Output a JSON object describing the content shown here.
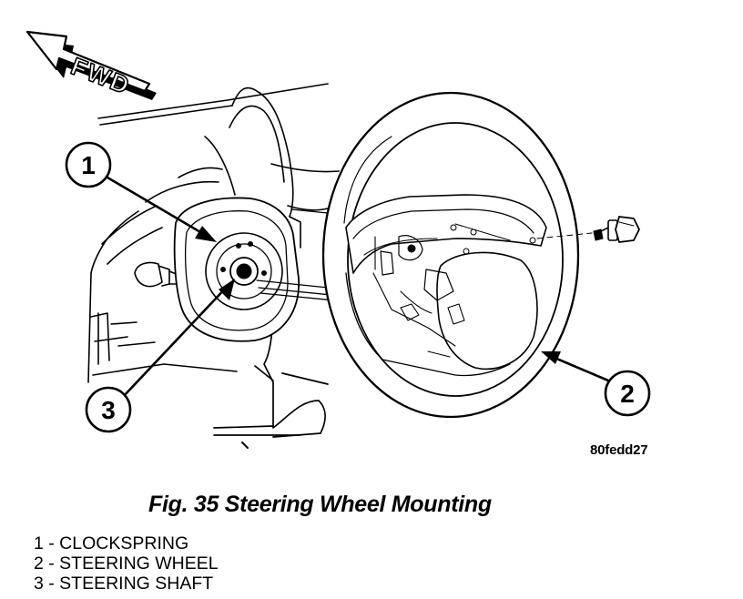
{
  "diagram": {
    "direction_label": "FWD",
    "figure_id": "80fedd27",
    "callouts": [
      {
        "number": "1"
      },
      {
        "number": "2"
      },
      {
        "number": "3"
      }
    ]
  },
  "caption": "Fig. 35 Steering Wheel Mounting",
  "legend": [
    "1 - CLOCKSPRING",
    "2 - STEERING WHEEL",
    "3 - STEERING SHAFT"
  ],
  "colors": {
    "line": "#000000",
    "background": "#ffffff"
  },
  "icons": {
    "direction_arrow": "arrow-left-icon"
  }
}
